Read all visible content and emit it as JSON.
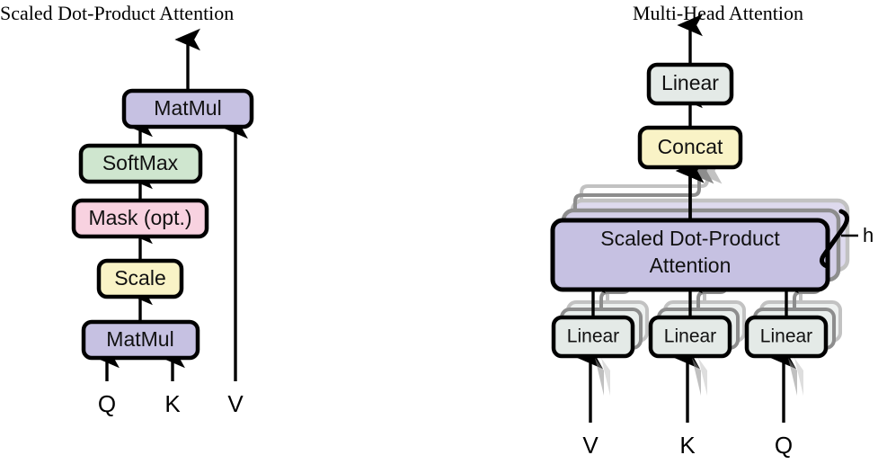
{
  "figure": {
    "background": "#ffffff",
    "panels": [
      {
        "id": "left",
        "title": "Scaled Dot-Product Attention"
      },
      {
        "id": "right",
        "title": "Multi-Head Attention"
      }
    ]
  },
  "palette": {
    "purple": "#c6c1e2",
    "green": "#cfe6cf",
    "pink": "#f8d2e0",
    "yellow": "#f9f3c6",
    "gray": "#e4eae7",
    "outline": "#000000",
    "stack_mid": "#8d8d8d",
    "stack_back": "#c2c2c2",
    "text": "#111111"
  },
  "left_panel": {
    "title": "Scaled Dot-Product Attention",
    "blocks": [
      {
        "name": "matmul-top",
        "label": "MatMul",
        "color": "purple"
      },
      {
        "name": "softmax",
        "label": "SoftMax",
        "color": "green"
      },
      {
        "name": "mask",
        "label": "Mask (opt.)",
        "color": "pink"
      },
      {
        "name": "scale",
        "label": "Scale",
        "color": "yellow"
      },
      {
        "name": "matmul-bottom",
        "label": "MatMul",
        "color": "purple"
      }
    ],
    "inputs": [
      {
        "name": "input-q",
        "label": "Q"
      },
      {
        "name": "input-k",
        "label": "K"
      },
      {
        "name": "input-v",
        "label": "V"
      }
    ]
  },
  "right_panel": {
    "title": "Multi-Head Attention",
    "blocks": [
      {
        "name": "linear-output",
        "label": "Linear",
        "color": "gray"
      },
      {
        "name": "concat",
        "label": "Concat",
        "color": "yellow"
      },
      {
        "name": "attention",
        "label_line1": "Scaled Dot-Product",
        "label_line2": "Attention",
        "color": "purple"
      },
      {
        "name": "linear-v",
        "label": "Linear",
        "color": "gray"
      },
      {
        "name": "linear-k",
        "label": "Linear",
        "color": "gray"
      },
      {
        "name": "linear-q",
        "label": "Linear",
        "color": "gray"
      }
    ],
    "head_count_label": "h",
    "inputs": [
      {
        "name": "input-v",
        "label": "V"
      },
      {
        "name": "input-k",
        "label": "K"
      },
      {
        "name": "input-q",
        "label": "Q"
      }
    ]
  }
}
